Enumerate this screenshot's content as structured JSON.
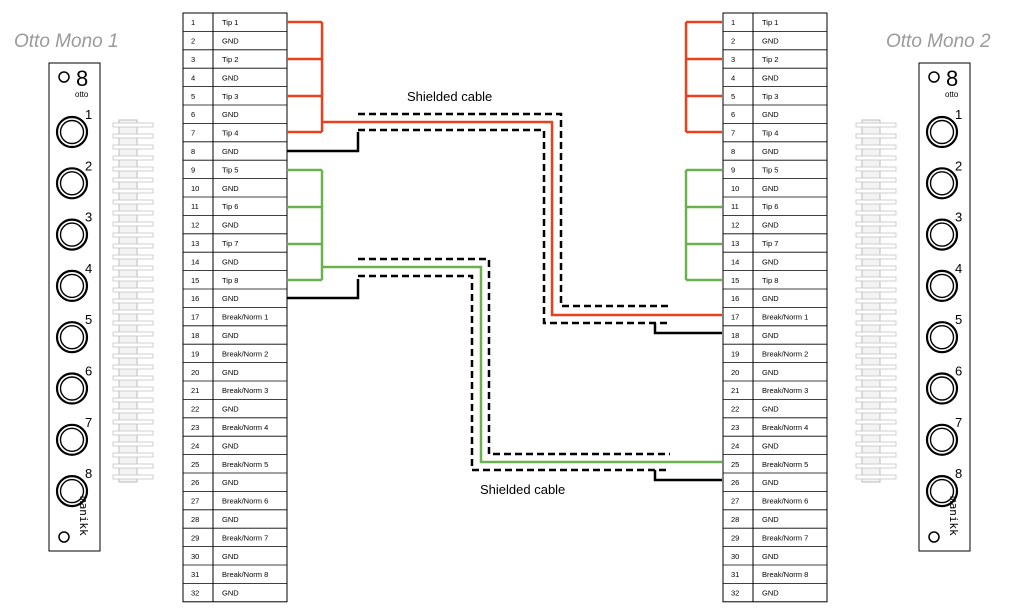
{
  "modules": [
    {
      "title": "Otto Mono 1",
      "logo_digit": "8",
      "logo_text": "otto",
      "brand": "manikk",
      "jacks": [
        "1",
        "2",
        "3",
        "4",
        "5",
        "6",
        "7",
        "8"
      ]
    },
    {
      "title": "Otto Mono 2",
      "logo_digit": "8",
      "logo_text": "otto",
      "brand": "manikk",
      "jacks": [
        "1",
        "2",
        "3",
        "4",
        "5",
        "6",
        "7",
        "8"
      ]
    }
  ],
  "headers": [
    {
      "pins": [
        {
          "num": "1",
          "label": "Tip 1"
        },
        {
          "num": "2",
          "label": "GND"
        },
        {
          "num": "3",
          "label": "Tip 2"
        },
        {
          "num": "4",
          "label": "GND"
        },
        {
          "num": "5",
          "label": "Tip 3"
        },
        {
          "num": "6",
          "label": "GND"
        },
        {
          "num": "7",
          "label": "Tip 4"
        },
        {
          "num": "8",
          "label": "GND"
        },
        {
          "num": "9",
          "label": "Tip 5"
        },
        {
          "num": "10",
          "label": "GND"
        },
        {
          "num": "11",
          "label": "Tip 6"
        },
        {
          "num": "12",
          "label": "GND"
        },
        {
          "num": "13",
          "label": "Tip 7"
        },
        {
          "num": "14",
          "label": "GND"
        },
        {
          "num": "15",
          "label": "Tip 8"
        },
        {
          "num": "16",
          "label": "GND"
        },
        {
          "num": "17",
          "label": "Break/Norm 1"
        },
        {
          "num": "18",
          "label": "GND"
        },
        {
          "num": "19",
          "label": "Break/Norm 2"
        },
        {
          "num": "20",
          "label": "GND"
        },
        {
          "num": "21",
          "label": "Break/Norm 3"
        },
        {
          "num": "22",
          "label": "GND"
        },
        {
          "num": "23",
          "label": "Break/Norm 4"
        },
        {
          "num": "24",
          "label": "GND"
        },
        {
          "num": "25",
          "label": "Break/Norm 5"
        },
        {
          "num": "26",
          "label": "GND"
        },
        {
          "num": "27",
          "label": "Break/Norm 6"
        },
        {
          "num": "28",
          "label": "GND"
        },
        {
          "num": "29",
          "label": "Break/Norm 7"
        },
        {
          "num": "30",
          "label": "GND"
        },
        {
          "num": "31",
          "label": "Break/Norm 8"
        },
        {
          "num": "32",
          "label": "GND"
        }
      ]
    },
    {
      "pins": [
        {
          "num": "1",
          "label": "Tip 1"
        },
        {
          "num": "2",
          "label": "GND"
        },
        {
          "num": "3",
          "label": "Tip 2"
        },
        {
          "num": "4",
          "label": "GND"
        },
        {
          "num": "5",
          "label": "Tip 3"
        },
        {
          "num": "6",
          "label": "GND"
        },
        {
          "num": "7",
          "label": "Tip 4"
        },
        {
          "num": "8",
          "label": "GND"
        },
        {
          "num": "9",
          "label": "Tip 5"
        },
        {
          "num": "10",
          "label": "GND"
        },
        {
          "num": "11",
          "label": "Tip 6"
        },
        {
          "num": "12",
          "label": "GND"
        },
        {
          "num": "13",
          "label": "Tip 7"
        },
        {
          "num": "14",
          "label": "GND"
        },
        {
          "num": "15",
          "label": "Tip 8"
        },
        {
          "num": "16",
          "label": "GND"
        },
        {
          "num": "17",
          "label": "Break/Norm 1"
        },
        {
          "num": "18",
          "label": "GND"
        },
        {
          "num": "19",
          "label": "Break/Norm 2"
        },
        {
          "num": "20",
          "label": "GND"
        },
        {
          "num": "21",
          "label": "Break/Norm 3"
        },
        {
          "num": "22",
          "label": "GND"
        },
        {
          "num": "23",
          "label": "Break/Norm 4"
        },
        {
          "num": "24",
          "label": "GND"
        },
        {
          "num": "25",
          "label": "Break/Norm 5"
        },
        {
          "num": "26",
          "label": "GND"
        },
        {
          "num": "27",
          "label": "Break/Norm 6"
        },
        {
          "num": "28",
          "label": "GND"
        },
        {
          "num": "29",
          "label": "Break/Norm 7"
        },
        {
          "num": "30",
          "label": "GND"
        },
        {
          "num": "31",
          "label": "Break/Norm 8"
        },
        {
          "num": "32",
          "label": "GND"
        }
      ]
    }
  ],
  "cables": [
    {
      "label": "Shielded cable",
      "color": "#e8411d"
    },
    {
      "label": "Shielded cable",
      "color": "#6cb14f"
    }
  ],
  "colors": {
    "red_wire": "#e8411d",
    "green_wire": "#6cb14f",
    "ground_wire": "#000000",
    "title_gray": "#9a9a9a"
  }
}
